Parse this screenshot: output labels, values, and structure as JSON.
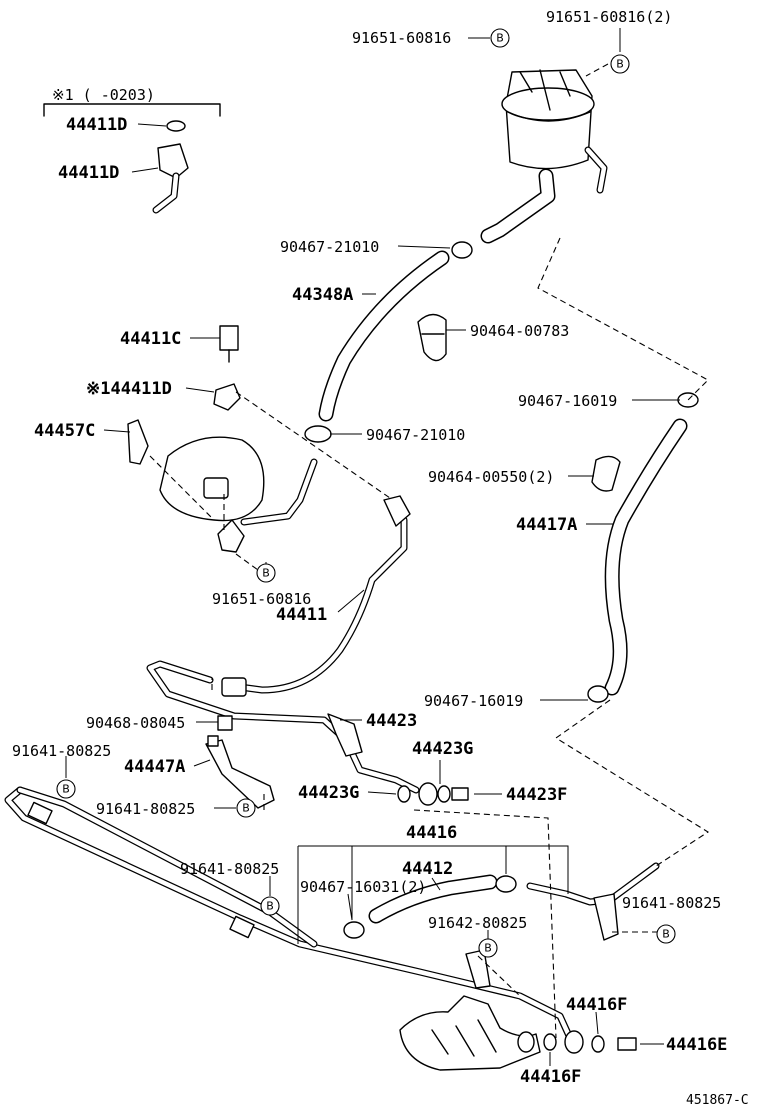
{
  "labels": {
    "p91651_60816_top": "91651-60816",
    "p91651_60816_2": "91651-60816(2)",
    "note_range": "※1 (    -0203)",
    "p44411D_a": "44411D",
    "p44411D_b": "44411D",
    "p90467_21010_a": "90467-21010",
    "p44348A": "44348A",
    "p90464_00783": "90464-00783",
    "p44411C": "44411C",
    "p44411D_c": "※144411D",
    "p44457C": "44457C",
    "p90467_21010_b": "90467-21010",
    "p90467_16019_a": "90467-16019",
    "p90464_00550_2": "90464-00550(2)",
    "p44417A": "44417A",
    "p91651_60816_mid": "91651-60816",
    "p44411": "44411",
    "p90467_16019_b": "90467-16019",
    "p90468_08045": "90468-08045",
    "p44423": "44423",
    "p91641_80825_a": "91641-80825",
    "p44447A": "44447A",
    "p44423G_a": "44423G",
    "p44423G_b": "44423G",
    "p44423F": "44423F",
    "p91641_80825_b": "91641-80825",
    "p44416": "44416",
    "p44412": "44412",
    "p91641_80825_c": "91641-80825",
    "p90467_16031_2": "90467-16031(2)",
    "p91641_80825_d": "91641-80825",
    "p91642_80825": "91642-80825",
    "p44416F_a": "44416F",
    "p44416E": "44416E",
    "p44416F_b": "44416F",
    "ref_code": "451867-C",
    "badge": "B"
  }
}
